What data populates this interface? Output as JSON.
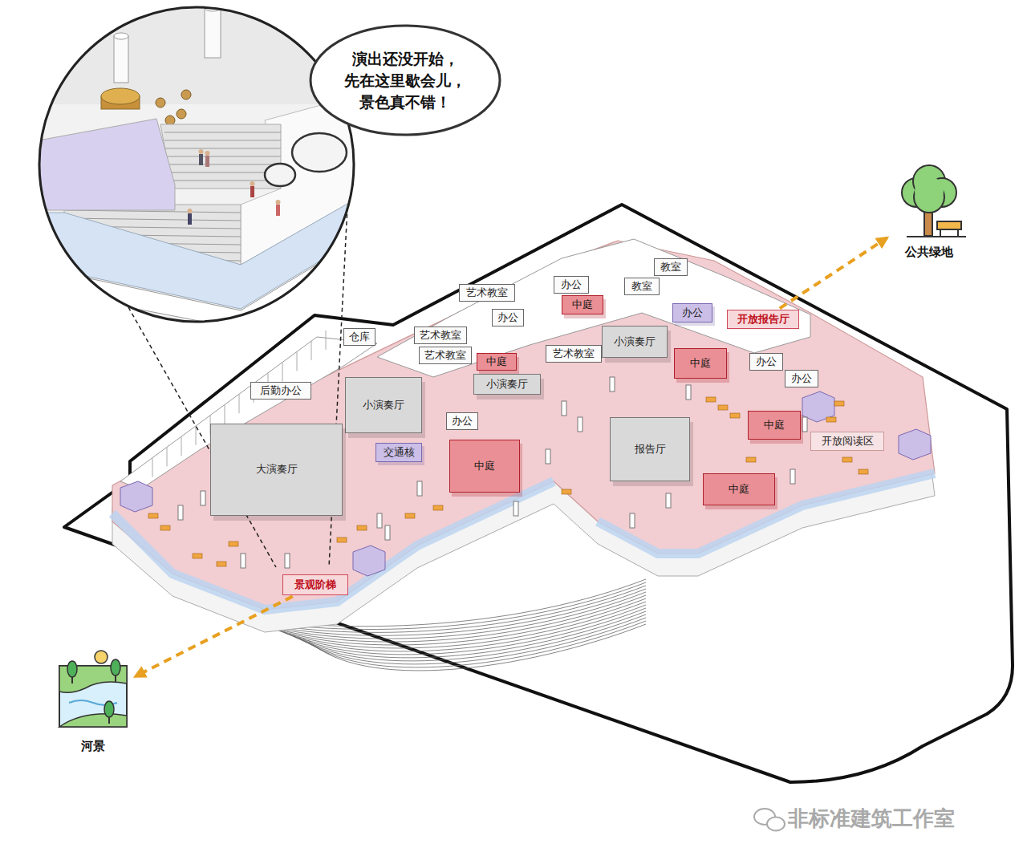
{
  "diagram": {
    "nodes": [
      {
        "text": [
          "演出还没开始， 先在这里歇会儿， 景色真不错！"
        ]
      },
      {
        "text": [
          "公共绿地"
        ]
      },
      {
        "text": [
          "教室"
        ]
      },
      {
        "text": [
          "办公"
        ]
      },
      {
        "text": [
          "教室"
        ]
      },
      {
        "text": [
          "艺术教室"
        ]
      },
      {
        "text": [
          "中庭"
        ]
      },
      {
        "text": [
          "办公"
        ]
      },
      {
        "text": [
          "开放报告厅"
        ]
      },
      {
        "text": [
          "办公"
        ]
      },
      {
        "text": [
          "艺术教室"
        ]
      },
      {
        "text": [
          "仓库"
        ]
      },
      {
        "text": [
          "小演奏厅"
        ]
      },
      {
        "text": [
          "艺术教室"
        ]
      },
      {
        "text": [
          "中庭"
        ]
      },
      {
        "text": [
          "艺术教室"
        ]
      },
      {
        "text": [
          "中庭"
        ]
      },
      {
        "text": [
          "办公"
        ]
      },
      {
        "text": [
          "办公"
        ]
      },
      {
        "text": [
          "后勤办公"
        ]
      },
      {
        "text": [
          "小演奏厅"
        ]
      },
      {
        "text": [
          "小演奏厅"
        ]
      },
      {
        "text": [
          "办公"
        ]
      },
      {
        "text": [
          "中庭"
        ]
      },
      {
        "text": [
          "开放阅读区"
        ]
      },
      {
        "text": [
          "交通核"
        ]
      },
      {
        "text": [
          "报告厅"
        ]
      },
      {
        "text": [
          "中庭"
        ]
      },
      {
        "text": [
          "大演奏厅"
        ]
      },
      {
        "text": [
          "中庭"
        ]
      },
      {
        "text": [
          "景观阶梯"
        ]
      },
      {
        "text": [
          "河景"
        ]
      }
    ],
    "edges": [
      {
        "from": 30,
        "to": 31,
        "arrow": "to"
      },
      {
        "from": 8,
        "to": 1,
        "arrow": "to"
      }
    ],
    "labels": [
      "非标准建筑工作室"
    ]
  }
}
